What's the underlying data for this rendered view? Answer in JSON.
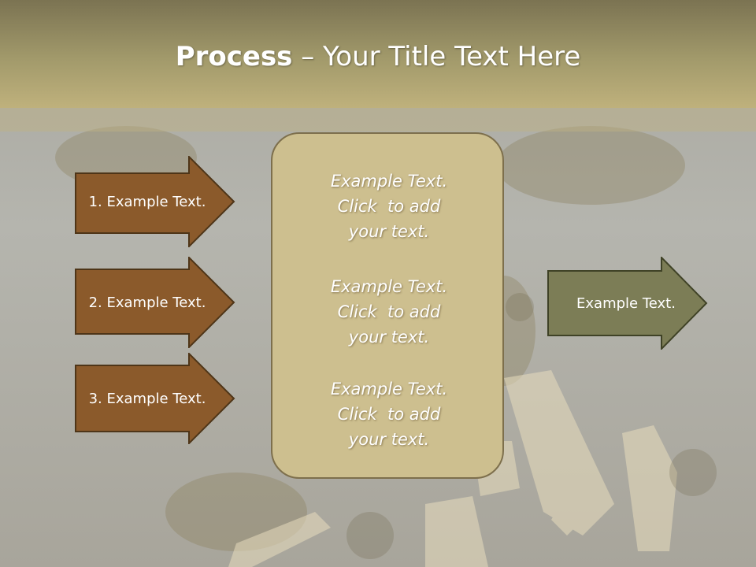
{
  "colors": {
    "header_top": "#7b7352",
    "header_bottom": "#bfb17c",
    "brown_arrow": "#8b5a2b",
    "green_arrow": "#7c7d56",
    "box_fill": "#cdbf8f"
  },
  "title": {
    "bold": "Process",
    "rest": " – Your Title Text Here"
  },
  "steps": [
    {
      "label": "1. Example Text."
    },
    {
      "label": "2. Example Text."
    },
    {
      "label": "3. Example Text."
    }
  ],
  "center_box": {
    "blocks": [
      {
        "lines": [
          "Example Text.",
          "Click  to add",
          "your text."
        ]
      },
      {
        "lines": [
          "Example Text.",
          "Click  to add",
          "your text."
        ]
      },
      {
        "lines": [
          "Example Text.",
          "Click  to add",
          "your text."
        ]
      }
    ]
  },
  "output": {
    "label": "Example Text."
  }
}
